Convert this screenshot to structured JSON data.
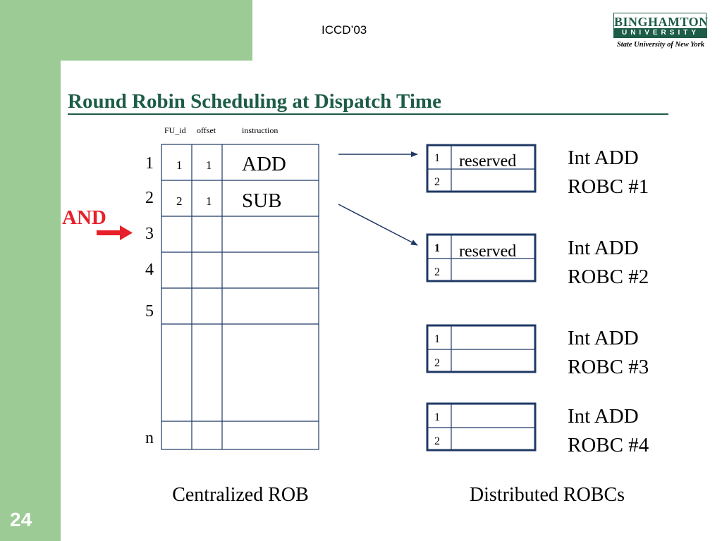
{
  "slide": {
    "conference": "ICCD’03",
    "title": "Round Robin Scheduling at Dispatch Time",
    "number": "24"
  },
  "logo": {
    "name": "BINGHAMTON",
    "university": "UNIVERSITY",
    "subtitle": "State University of New York"
  },
  "colors": {
    "accent_green": "#9ccb95",
    "title_green": "#1d5c47",
    "frame_blue": "#1f3864",
    "arrow_red": "#e8202a"
  },
  "rob": {
    "headers": {
      "fu_id": "FU_id",
      "offset": "offset",
      "instruction": "instruction"
    },
    "row_labels": [
      "1",
      "2",
      "3",
      "4",
      "5",
      "n"
    ],
    "entries": [
      {
        "fu_id": "1",
        "offset": "1",
        "instruction": "ADD"
      },
      {
        "fu_id": "2",
        "offset": "1",
        "instruction": "SUB"
      }
    ],
    "incoming_instruction": "AND",
    "caption": "Centralized ROB"
  },
  "robcs": {
    "caption": "Distributed ROBCs",
    "units": [
      {
        "line1": "Int ADD",
        "line2": "ROBC #1",
        "slots": [
          {
            "idx": "1",
            "value": "reserved"
          },
          {
            "idx": "2",
            "value": ""
          }
        ]
      },
      {
        "line1": "Int ADD",
        "line2": "ROBC #2",
        "slots": [
          {
            "idx": "1",
            "value": "reserved"
          },
          {
            "idx": "2",
            "value": ""
          }
        ]
      },
      {
        "line1": "Int ADD",
        "line2": "ROBC #3",
        "slots": [
          {
            "idx": "1",
            "value": ""
          },
          {
            "idx": "2",
            "value": ""
          }
        ]
      },
      {
        "line1": "Int ADD",
        "line2": "ROBC #4",
        "slots": [
          {
            "idx": "1",
            "value": ""
          },
          {
            "idx": "2",
            "value": ""
          }
        ]
      }
    ]
  }
}
